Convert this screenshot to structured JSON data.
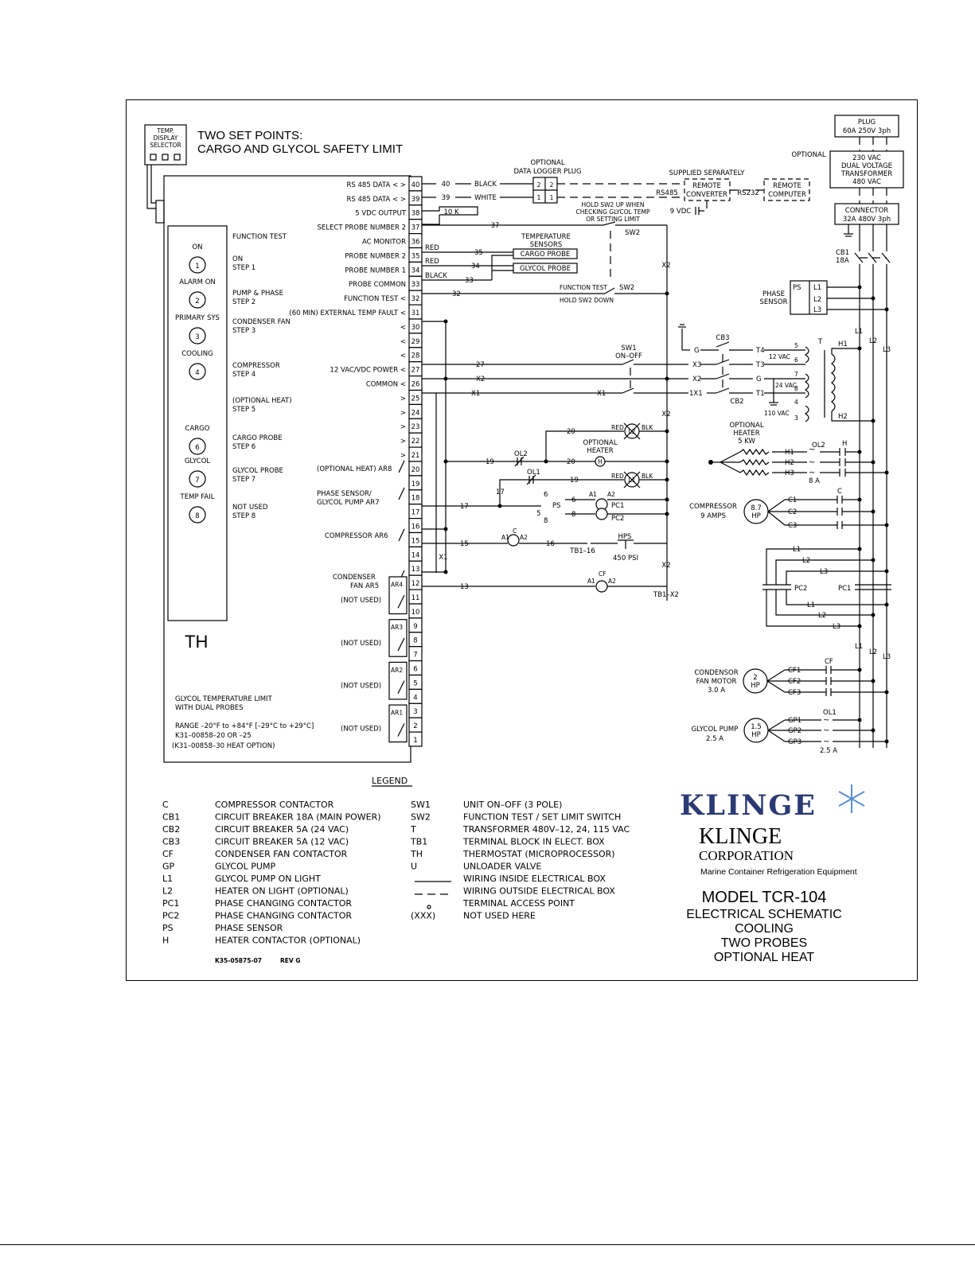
{
  "header": {
    "selector": [
      "TEMP.",
      "DISPLAY",
      "SELECTOR"
    ],
    "title_1": "TWO SET POINTS:",
    "title_2": "CARGO AND GLYCOL SAFETY LIMIT"
  },
  "th_panel": {
    "label": "TH",
    "indicators": [
      {
        "name": "ON",
        "num": "1"
      },
      {
        "name": "ALARM ON",
        "num": "2"
      },
      {
        "name": "PRIMARY SYS",
        "num": "3"
      },
      {
        "name": "COOLING",
        "num": "4"
      },
      {
        "name": "CARGO",
        "num": "6"
      },
      {
        "name": "GLYCOL",
        "num": "7"
      },
      {
        "name": "TEMP FAIL",
        "num": "8"
      }
    ],
    "steps": [
      {
        "l1": "FUNCTION TEST",
        "l2": ""
      },
      {
        "l1": "ON",
        "l2": "STEP 1"
      },
      {
        "l1": "PUMP & PHASE",
        "l2": "STEP 2"
      },
      {
        "l1": "CONDENSER FAN",
        "l2": "STEP 3"
      },
      {
        "l1": "COMPRESSOR",
        "l2": "STEP 4"
      },
      {
        "l1": "(OPTIONAL HEAT)",
        "l2": "STEP 5"
      },
      {
        "l1": "CARGO PROBE",
        "l2": "STEP 6"
      },
      {
        "l1": "GLYCOL PROBE",
        "l2": "STEP 7"
      },
      {
        "l1": "NOT USED",
        "l2": "STEP 8"
      }
    ],
    "notes": [
      "GLYCOL TEMPERATURE LIMIT",
      "WITH DUAL PROBES",
      "RANGE –20°F to +84°F [–29°C to +29°C]",
      "K31–00858–20 OR –25",
      "(K31–00858–30 HEAT OPTION)"
    ]
  },
  "terminals": [
    "40",
    "39",
    "38",
    "37",
    "36",
    "35",
    "34",
    "33",
    "32",
    "31",
    "30",
    "29",
    "28",
    "27",
    "26",
    "25",
    "24",
    "23",
    "22",
    "21",
    "20",
    "19",
    "18",
    "17",
    "16",
    "15",
    "14",
    "13",
    "12",
    "11",
    "10",
    "9",
    "8",
    "7",
    "6",
    "5",
    "4",
    "3",
    "2",
    "1"
  ],
  "terminal_labels": [
    {
      "t": "40",
      "text": "RS 485 DATA < >"
    },
    {
      "t": "39",
      "text": "RS 485 DATA < >"
    },
    {
      "t": "38",
      "text": "5 VDC OUTPUT"
    },
    {
      "t": "37",
      "text": "SELECT PROBE NUMBER 2"
    },
    {
      "t": "36",
      "text": "AC MONITOR"
    },
    {
      "t": "35",
      "text": "PROBE NUMBER 2"
    },
    {
      "t": "34",
      "text": "PROBE NUMBER 1"
    },
    {
      "t": "33",
      "text": "PROBE COMMON"
    },
    {
      "t": "32",
      "text": "FUNCTION TEST <"
    },
    {
      "t": "31",
      "text": "(60 MIN) EXTERNAL TEMP FAULT <"
    },
    {
      "t": "27",
      "text": "12 VAC/VDC POWER <"
    },
    {
      "t": "26",
      "text": "COMMON <"
    }
  ],
  "relays": [
    {
      "name": "(OPTIONAL HEAT) AR8",
      "sub": ""
    },
    {
      "name": "PHASE SENSOR/",
      "sub": "GLYCOL PUMP  AR7"
    },
    {
      "name": "COMPRESSOR  AR6",
      "sub": ""
    },
    {
      "name": "CONDENSER",
      "sub": "FAN  AR5"
    },
    {
      "name": "(NOT USED)",
      "tag": "AR4"
    },
    {
      "name": "(NOT USED)",
      "tag": "AR3"
    },
    {
      "name": "(NOT USED)",
      "tag": "AR2"
    },
    {
      "name": "(NOT USED)",
      "tag": "AR1"
    }
  ],
  "comms": {
    "optional_plug_1": "OPTIONAL",
    "optional_plug_2": "DATA LOGGER PLUG",
    "supplied": "SUPPLIED SEPARATELY",
    "converter_1": "REMOTE",
    "converter_2": "CONVERTER",
    "computer_1": "REMOTE",
    "computer_2": "COMPUTER",
    "rs485": "RS485",
    "rs232": "RS232",
    "vdc9": "9 VDC",
    "wire40": "40",
    "wire39": "39",
    "black": "BLACK",
    "white": "WHITE",
    "resistor": "10 K",
    "pin2": "2",
    "pin1": "1"
  },
  "wiring_labels": {
    "w37": "37",
    "w35": "35",
    "w34": "34",
    "w33": "33",
    "w32": "32",
    "red1": "RED",
    "red2": "RED",
    "black": "BLACK",
    "temp_sensors_1": "TEMPERATURE",
    "temp_sensors_2": "SENSORS",
    "cargo_probe": "CARGO PROBE",
    "glycol_probe": "GLYCOL PROBE",
    "sw2_note_1": "HOLD SW2 UP WHEN",
    "sw2_note_2": "CHECKING GLYCOL TEMP",
    "sw2_note_3": "OR SETTING LIMIT",
    "sw2": "SW2",
    "function_test": "FUNCTION TEST",
    "hold_sw2": "HOLD SW2 DOWN",
    "x2": "X2",
    "x1": "X1",
    "x3": "X3",
    "onex1": "1X1",
    "w27": "27",
    "w20": "20",
    "w19": "19",
    "w17": "17",
    "w15": "15",
    "w16": "16",
    "w13": "13",
    "w6": "6",
    "w8": "8",
    "w5": "5",
    "sw1_1": "SW1",
    "sw1_2": "ON–OFF",
    "ol2": "OL2",
    "ol1": "OL1",
    "opt_heater_1": "OPTIONAL",
    "opt_heater_2": "HEATER",
    "h": "H",
    "l2_lamp": "L2",
    "l1_lamp": "L1",
    "red": "RED",
    "blk": "BLK",
    "ps": "PS",
    "pc1": "PC1",
    "pc2": "PC2",
    "a1": "A1",
    "a2": "A2",
    "c": "C",
    "cf": "CF",
    "tb116": "TB1–16",
    "hps": "HPS",
    "psi": "450 PSI",
    "tb1x2": "TB1–X2",
    "g": "G",
    "cb3": "CB3",
    "cb2": "CB2",
    "t4": "T4",
    "t3": "T3",
    "t1": "T1"
  },
  "power": {
    "plug_1": "PLUG",
    "plug_2": "60A  250V  3ph",
    "optional": "OPTIONAL",
    "xfmr": [
      "230 VAC",
      "DUAL VOLTAGE",
      "TRANSFORMER",
      "480 VAC"
    ],
    "connector_1": "CONNECTOR",
    "connector_2": "32A  480V  3ph",
    "cb1_1": "CB1",
    "cb1_2": "18A",
    "ps": "PS",
    "phase_sensor_1": "PHASE",
    "phase_sensor_2": "SENSOR",
    "l1": "L1",
    "l2": "L2",
    "l3": "L3",
    "h1": "H1",
    "h2": "H2",
    "h3": "H3",
    "t": "T",
    "vac12": "12 VAC",
    "vac24": "24 VAC",
    "vac110": "110 VAC",
    "tap5": "5",
    "tap6": "6",
    "tap7": "7",
    "tap8": "8",
    "tap4": "4",
    "tap3": "3",
    "opt_heater": [
      "OPTIONAL",
      "HEATER",
      "5 KW"
    ],
    "ol2": "OL2",
    "h": "H",
    "a8": "8 A",
    "compressor_1": "COMPRESSOR",
    "compressor_2": "9 AMPS",
    "comp_hp_1": "8.7",
    "comp_hp_2": "HP",
    "c1": "C1",
    "c2": "C2",
    "c3": "C3",
    "c": "C",
    "pc1": "PC1",
    "pc2": "PC2",
    "cf": "CF",
    "cf1": "CF1",
    "cf2": "CF2",
    "cf3": "CF3",
    "fan_motor": [
      "CONDENSOR",
      "FAN MOTOR",
      "3.0 A"
    ],
    "fan_hp_1": "2",
    "fan_hp_2": "HP",
    "ol1": "OL1",
    "gp1": "GP1",
    "gp2": "GP2",
    "gp3": "GP3",
    "glycol_pump_1": "GLYCOL PUMP",
    "glycol_pump_2": "2.5 A",
    "gp_hp_1": "1.5",
    "gp_hp_2": "HP",
    "gp_amps": "2.5 A"
  },
  "legend": {
    "title": "LEGEND",
    "left": [
      {
        "code": "C",
        "desc": "COMPRESSOR CONTACTOR"
      },
      {
        "code": "CB1",
        "desc": "CIRCUIT BREAKER 18A (MAIN POWER)"
      },
      {
        "code": "CB2",
        "desc": "CIRCUIT BREAKER 5A (24 VAC)"
      },
      {
        "code": "CB3",
        "desc": "CIRCUIT BREAKER 5A (12 VAC)"
      },
      {
        "code": "CF",
        "desc": "CONDENSER FAN CONTACTOR"
      },
      {
        "code": "GP",
        "desc": "GLYCOL PUMP"
      },
      {
        "code": "L1",
        "desc": "GLYCOL PUMP ON LIGHT"
      },
      {
        "code": "L2",
        "desc": "HEATER ON LIGHT (OPTIONAL)"
      },
      {
        "code": "PC1",
        "desc": "PHASE CHANGING CONTACTOR"
      },
      {
        "code": "PC2",
        "desc": "PHASE CHANGING CONTACTOR"
      },
      {
        "code": "PS",
        "desc": "PHASE SENSOR"
      },
      {
        "code": "H",
        "desc": "HEATER CONTACTOR (OPTIONAL)"
      }
    ],
    "right": [
      {
        "code": "SW1",
        "desc": "UNIT ON–OFF (3 POLE)"
      },
      {
        "code": "SW2",
        "desc": "FUNCTION TEST / SET LIMIT SWITCH"
      },
      {
        "code": "T",
        "desc": "TRANSFORMER 480V–12, 24, 115 VAC"
      },
      {
        "code": "TB1",
        "desc": "TERMINAL BLOCK IN ELECT. BOX"
      },
      {
        "code": "TH",
        "desc": "THERMOSTAT (MICROPROCESSOR)"
      },
      {
        "code": "U",
        "desc": "UNLOADER VALVE"
      },
      {
        "code": "",
        "desc": "WIRING INSIDE ELECTRICAL BOX"
      },
      {
        "code": "",
        "desc": "WIRING OUTSIDE ELECTRICAL BOX"
      },
      {
        "code": "",
        "desc": "TERMINAL ACCESS POINT"
      },
      {
        "code": "(XXX)",
        "desc": "NOT USED HERE"
      }
    ],
    "doc_number": "K35-05875-07",
    "rev": "REV G"
  },
  "title_block": {
    "logo": "KLINGE",
    "company_1": "KLINGE",
    "company_2": "CORPORATION",
    "tagline": "Marine Container Refrigeration Equipment",
    "model": "MODEL TCR-104",
    "lines": [
      "ELECTRICAL SCHEMATIC",
      "COOLING",
      "TWO PROBES",
      "OPTIONAL HEAT"
    ],
    "brand_color": "#2b3a73"
  }
}
